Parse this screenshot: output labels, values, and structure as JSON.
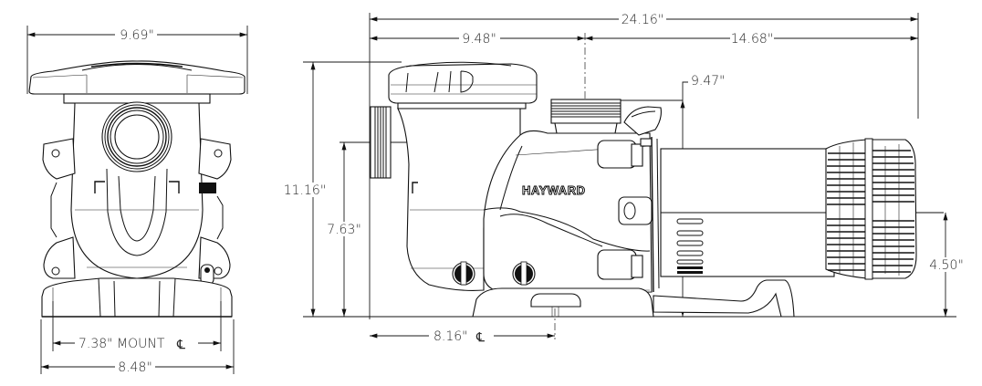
{
  "drawing": {
    "subject": "Hayward pool pump dimensional drawing",
    "brand_label": "HAYWARD",
    "line_color": "#111111",
    "background": "#ffffff"
  },
  "front_view": {
    "dimensions": {
      "top_width": "9.69\"",
      "mount_centerline": "7.38\" MOUNT",
      "base_width": "8.48\""
    },
    "centerline_symbol": "℄"
  },
  "side_view": {
    "dimensions": {
      "overall_length": "24.16\"",
      "inlet_to_discharge": "9.48\"",
      "discharge_to_motor_end": "14.68\"",
      "discharge_height": "9.47\"",
      "overall_height": "11.16\"",
      "inlet_height": "7.63\"",
      "motor_centerline_height": "4.50\"",
      "mount_centerline_offset": "8.16\""
    },
    "centerline_symbol": "℄"
  }
}
